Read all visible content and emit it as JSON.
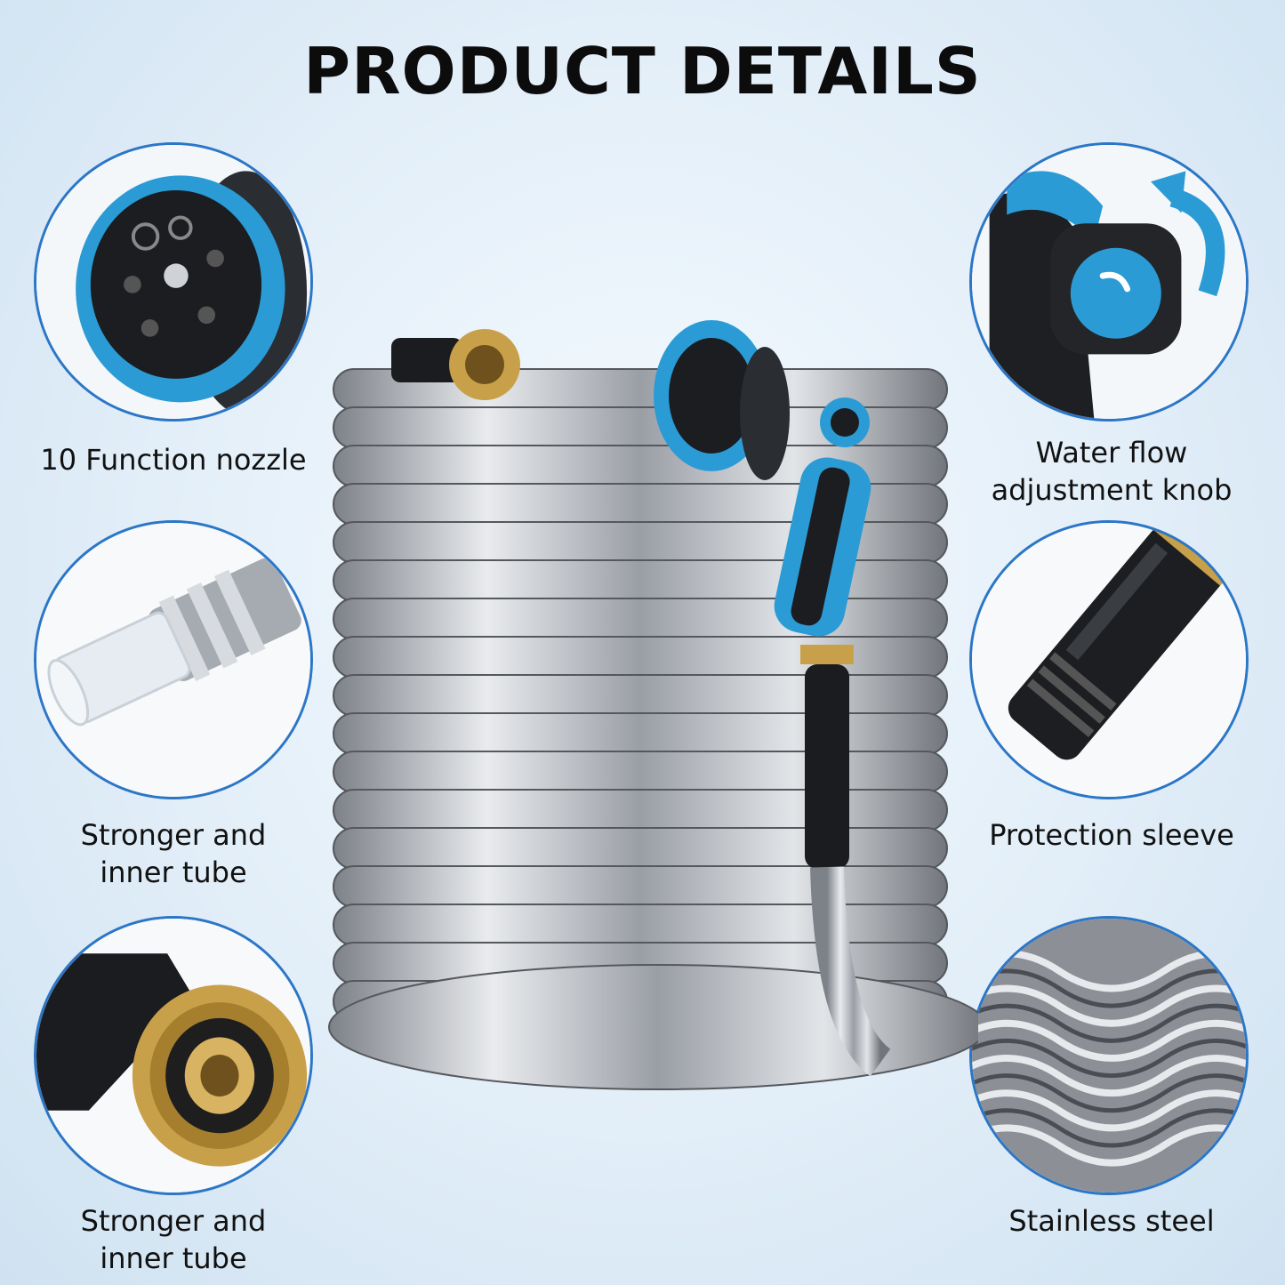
{
  "title": "PRODUCT DETAILS",
  "features": [
    {
      "label": "10 Function nozzle",
      "icon": "spray-nozzle-icon"
    },
    {
      "label": "Water flow adjustment knob",
      "icon": "flow-knob-icon"
    },
    {
      "label": "Stronger and inner tube",
      "icon": "inner-tube-icon"
    },
    {
      "label": "Protection sleeve",
      "icon": "protection-sleeve-icon"
    },
    {
      "label": "Stronger and inner tube",
      "icon": "brass-connector-icon"
    },
    {
      "label": "Stainless steel",
      "icon": "steel-coil-icon"
    }
  ],
  "colors": {
    "accent_blue": "#2b76c6",
    "brass": "#c9a04a",
    "steel": "#b8bcc2"
  }
}
